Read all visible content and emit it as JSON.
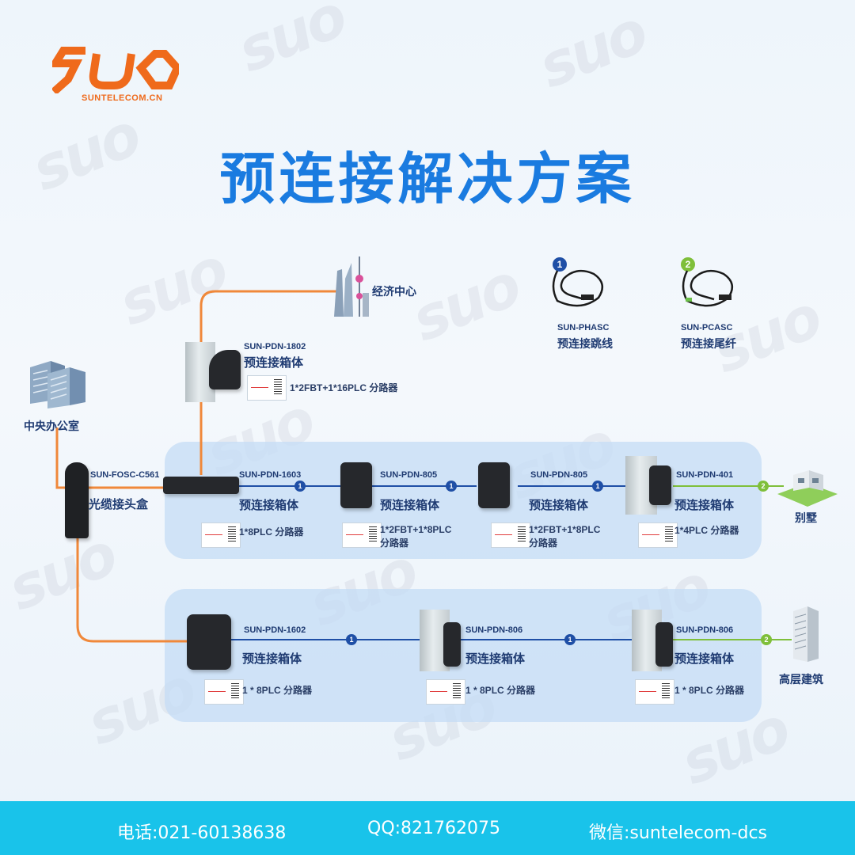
{
  "logo": {
    "subtext": "SUNTELECOM.CN",
    "color": "#ef6a1b"
  },
  "title": "预连接解决方案",
  "colors": {
    "title": "#1a7be0",
    "feeder_cable": "#f0883a",
    "blue_link": "#1f4fa6",
    "green_link": "#7fbf3a",
    "footer": "#19c3ea"
  },
  "legend": [
    {
      "num": "1",
      "model": "SUN-PHASC",
      "name": "预连接跳线"
    },
    {
      "num": "2",
      "model": "SUN-PCASC",
      "name": "预连接尾纤"
    }
  ],
  "places": {
    "office": "中央办公室",
    "economic_center": "经济中心",
    "villa": "别墅",
    "highrise": "高层建筑"
  },
  "closure": {
    "model": "SUN-FOSC-C561",
    "name": "光缆接头盒"
  },
  "top_box": {
    "model": "SUN-PDN-1802",
    "name": "预连接箱体",
    "spec": "1*2FBT+1*16PLC 分路器"
  },
  "row1": [
    {
      "model": "SUN-PDN-1603",
      "name": "预连接箱体",
      "spec": "1*8PLC 分路器"
    },
    {
      "model": "SUN-PDN-805",
      "name": "预连接箱体",
      "spec": "1*2FBT+1*8PLC",
      "spec2": "分路器"
    },
    {
      "model": "SUN-PDN-805",
      "name": "预连接箱体",
      "spec": "1*2FBT+1*8PLC",
      "spec2": "分路器"
    },
    {
      "model": "SUN-PDN-401",
      "name": "预连接箱体",
      "spec": "1*4PLC 分路器"
    }
  ],
  "row2": [
    {
      "model": "SUN-PDN-1602",
      "name": "预连接箱体",
      "spec": "1 * 8PLC 分路器"
    },
    {
      "model": "SUN-PDN-806",
      "name": "预连接箱体",
      "spec": "1 * 8PLC 分路器"
    },
    {
      "model": "SUN-PDN-806",
      "name": "预连接箱体",
      "spec": "1 * 8PLC 分路器"
    }
  ],
  "link_nums": {
    "blue": "1",
    "green": "2"
  },
  "footer": {
    "phone": "电话:021-60138638",
    "qq": "QQ:821762075",
    "wechat": "微信:suntelecom-dcs"
  }
}
